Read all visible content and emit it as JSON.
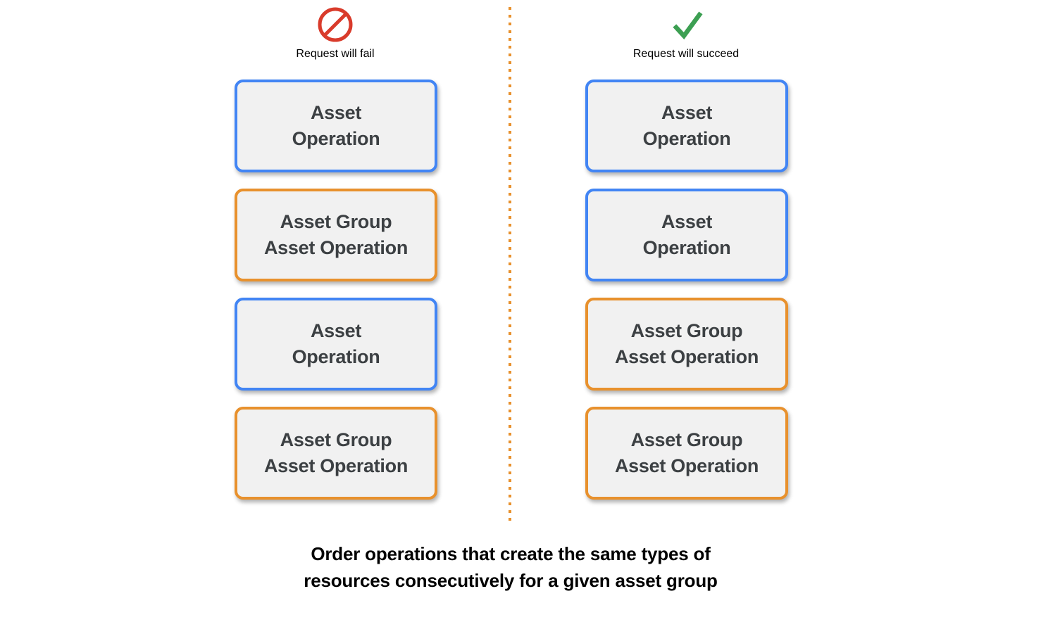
{
  "diagram": {
    "background_color": "#ffffff",
    "divider": {
      "color": "#e8912d",
      "style": "dotted-vertical"
    },
    "colors": {
      "blue_border": "#4285f4",
      "orange_border": "#e8912d",
      "card_fill": "#f1f1f1",
      "card_text": "#3c4043",
      "fail_icon": "#d93b2b",
      "success_icon": "#3c9f52"
    },
    "columns": [
      {
        "id": "fail",
        "icon": "prohibition-icon",
        "header": "Request will fail",
        "cards": [
          {
            "label": "Asset\nOperation",
            "border": "blue"
          },
          {
            "label": "Asset Group\nAsset Operation",
            "border": "orange"
          },
          {
            "label": "Asset\nOperation",
            "border": "blue"
          },
          {
            "label": "Asset Group\nAsset Operation",
            "border": "orange"
          }
        ]
      },
      {
        "id": "succeed",
        "icon": "check-icon",
        "header": "Request will succeed",
        "cards": [
          {
            "label": "Asset\nOperation",
            "border": "blue"
          },
          {
            "label": "Asset\nOperation",
            "border": "blue"
          },
          {
            "label": "Asset Group\nAsset Operation",
            "border": "orange"
          },
          {
            "label": "Asset Group\nAsset Operation",
            "border": "orange"
          }
        ]
      }
    ],
    "caption": "Order operations that create the same types of\nresources consecutively for a given asset group"
  }
}
